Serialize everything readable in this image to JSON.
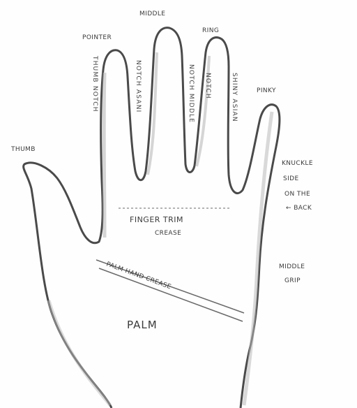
{
  "colors": {
    "background": "#fefefe",
    "outline": "#4a4a4a",
    "shade": "#b9b9b9",
    "text": "#3a3a3a"
  },
  "fingers": {
    "thumb": "THUMB",
    "pointer": "POINTER",
    "middle": "MIDDLE",
    "ring": "RING",
    "pinky": "PINKY"
  },
  "creases": {
    "pointer_finger": "THUMB NOTCH",
    "middle_left": "NOTCH ASANI",
    "middle_right": "NOTCH MIDDLE",
    "ring": "SHINY ASIAN",
    "ring_right": "NOTCH"
  },
  "regions": {
    "knuckle": [
      "KNUCKLE",
      "SIDE",
      "ON THE",
      "← BACK"
    ],
    "finger_tips": [
      "FINGER TRIM",
      "CREASE"
    ],
    "middle_grip": [
      "MIDDLE",
      "GRIP"
    ],
    "palm_band": "PALM HAND CREASE",
    "palm": "PALM"
  }
}
